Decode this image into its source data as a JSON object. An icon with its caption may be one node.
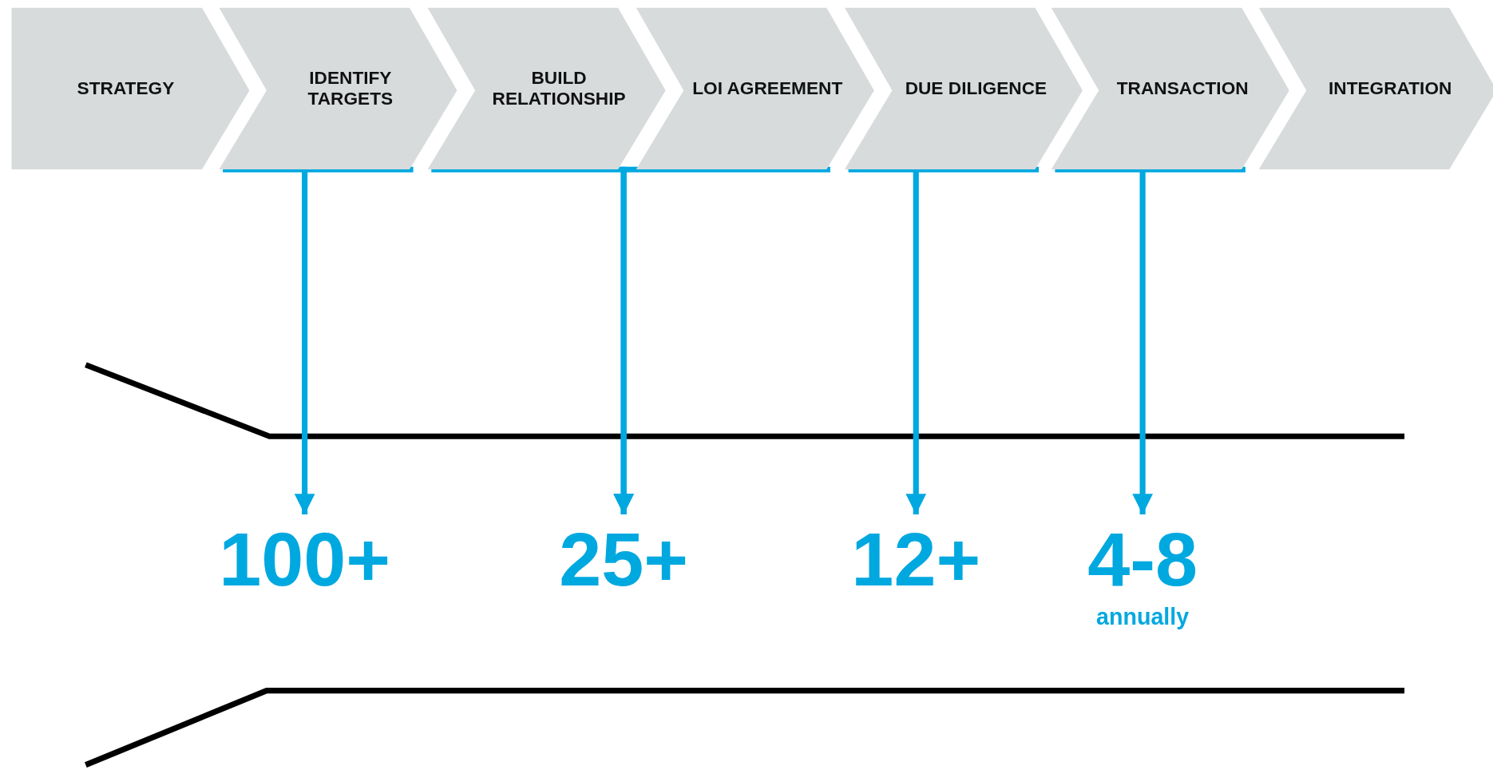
{
  "diagram": {
    "nodes": [
      {
        "text": [
          "STRATEGY"
        ]
      },
      {
        "text": [
          "IDENTIFY TARGETS"
        ]
      },
      {
        "text": [
          "BUILD RELATIONSHIP"
        ]
      },
      {
        "text": [
          "LOI AGREEMENT"
        ]
      },
      {
        "text": [
          "DUE DILIGENCE"
        ]
      },
      {
        "text": [
          "TRANSACTION"
        ]
      },
      {
        "text": [
          "INTEGRATION"
        ]
      },
      {
        "text": [
          "100+"
        ]
      },
      {
        "text": [
          "25+"
        ]
      },
      {
        "text": [
          "12+"
        ]
      },
      {
        "text": [
          "4-8"
        ],
        "beside": [
          "annually"
        ]
      }
    ],
    "edges": [
      {
        "from": 1,
        "to": 7,
        "arrow": "to"
      },
      {
        "from": 2,
        "to": 8,
        "arrow": "to"
      },
      {
        "from": 3,
        "to": 8,
        "arrow": "to"
      },
      {
        "from": 4,
        "to": 9,
        "arrow": "to"
      },
      {
        "from": 5,
        "to": 10,
        "arrow": "to"
      }
    ]
  }
}
